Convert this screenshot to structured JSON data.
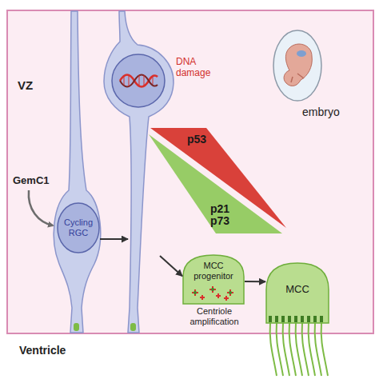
{
  "diagram": {
    "nodes": [
      {
        "text": [
          "VZ"
        ]
      },
      {
        "text": [
          "Cycling RGC"
        ],
        "in": 0
      },
      {
        "text": [
          "DNA damage"
        ],
        "in": 0
      },
      {
        "text": [
          "p53"
        ],
        "in": 0
      },
      {
        "text": [
          "p21 p73"
        ],
        "in": 0
      },
      {
        "text": [
          "MCC progenitor"
        ],
        "in": 0
      },
      {
        "text": [
          "MCC"
        ],
        "in": 0
      }
    ],
    "edges": [
      {
        "from": 1,
        "to": 2,
        "arrow": "to"
      },
      {
        "from": 2,
        "to": 5,
        "arrow": "to"
      },
      {
        "from": 5,
        "to": 6,
        "arrow": "to"
      }
    ],
    "labels": [
      "embryo",
      "GemC1",
      "Centriole amplification",
      "Ventricle"
    ]
  }
}
